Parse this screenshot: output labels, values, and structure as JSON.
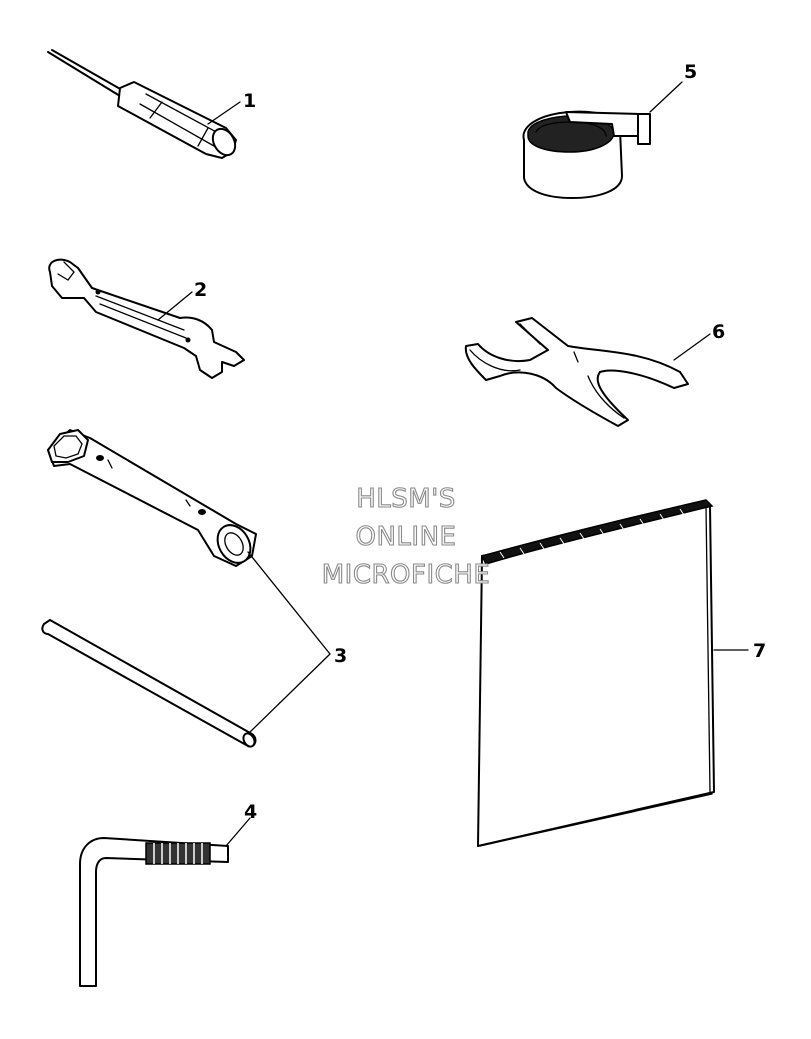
{
  "watermark": {
    "line1": "HLSM'S",
    "line2": "ONLINE",
    "line3": "MICROFICHE"
  },
  "callouts": {
    "c1": "1",
    "c2": "2",
    "c3": "3",
    "c4": "4",
    "c5": "5",
    "c6": "6",
    "c7": "7"
  }
}
